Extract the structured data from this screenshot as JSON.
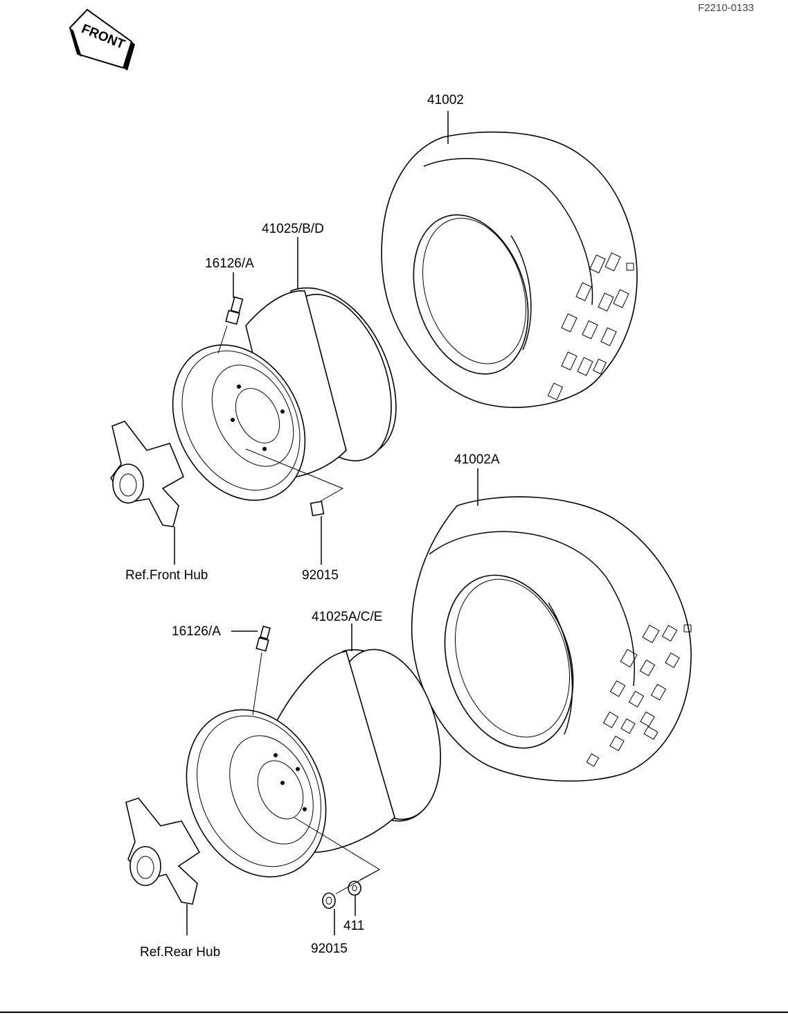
{
  "diagram_code": "F2210-0133",
  "front_arrow": {
    "label": "FRONT",
    "icon": "front-arrow-icon"
  },
  "labels": {
    "tire_front": "41002",
    "rim_front": "41025/B/D",
    "valve_front": "16126/A",
    "nut_front": "92015",
    "front_hub": "Ref.Front Hub",
    "tire_rear": "41002A",
    "valve_rear": "16126/A",
    "rim_rear": "41025A/C/E",
    "washer_rear": "411",
    "nut_rear": "92015",
    "rear_hub": "Ref.Rear Hub"
  }
}
